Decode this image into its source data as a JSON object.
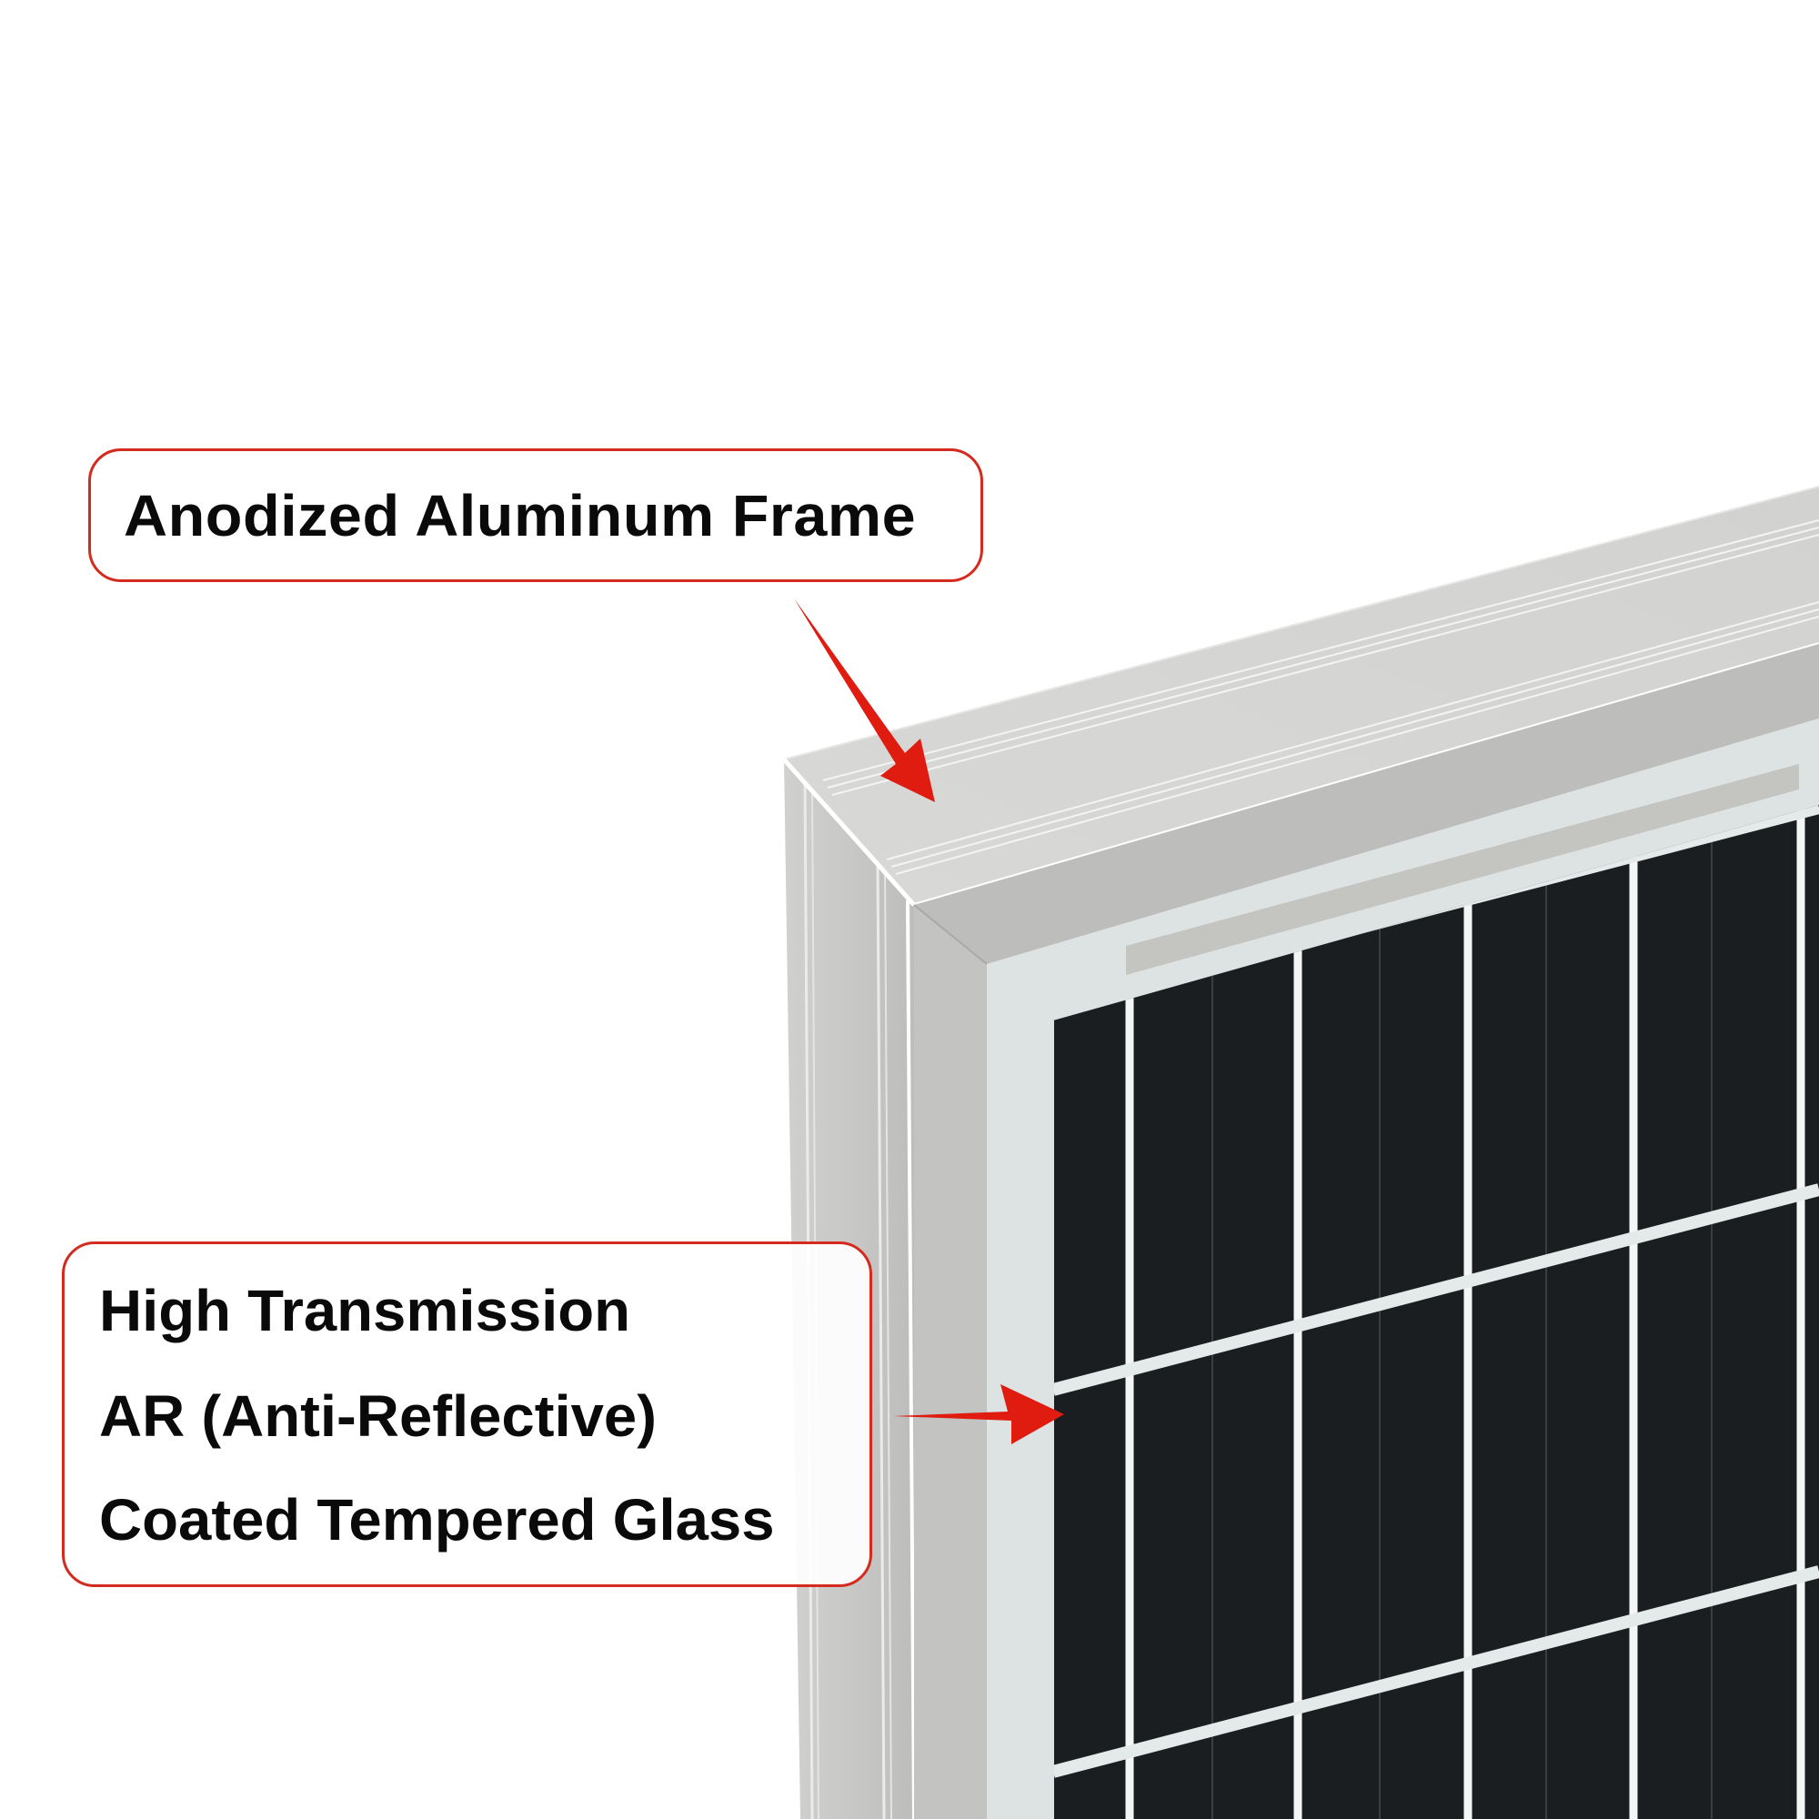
{
  "image": {
    "subject": "solar panel corner close-up",
    "background_color": "#ffffff"
  },
  "callouts": [
    {
      "id": "frame",
      "lines": [
        "Anodized Aluminum Frame"
      ],
      "border_color": "#d42a1f",
      "arrow_direction": "down-right",
      "points_to": "frame top edge"
    },
    {
      "id": "glass",
      "lines": [
        "High Transmission",
        "AR (Anti-Reflective)",
        "Coated Tempered Glass"
      ],
      "border_color": "#d42a1f",
      "arrow_direction": "right",
      "points_to": "glass surface"
    }
  ],
  "colors": {
    "accent_red": "#e01b10",
    "frame_top": "#d6d6d4",
    "frame_side": "#c9c9c7",
    "frame_inner": "#bdbdbb",
    "glass_border": "#dde3e3",
    "cell_dark": "#1b1e20",
    "busbar": "#e6eaea",
    "strip": "#c4c4c0"
  },
  "panel": {
    "cell_columns_x": [
      1158,
      1238,
      1422,
      1610,
      1792,
      1977
    ],
    "busbar_rows_offset_y": [
      0,
      420,
      840
    ]
  }
}
